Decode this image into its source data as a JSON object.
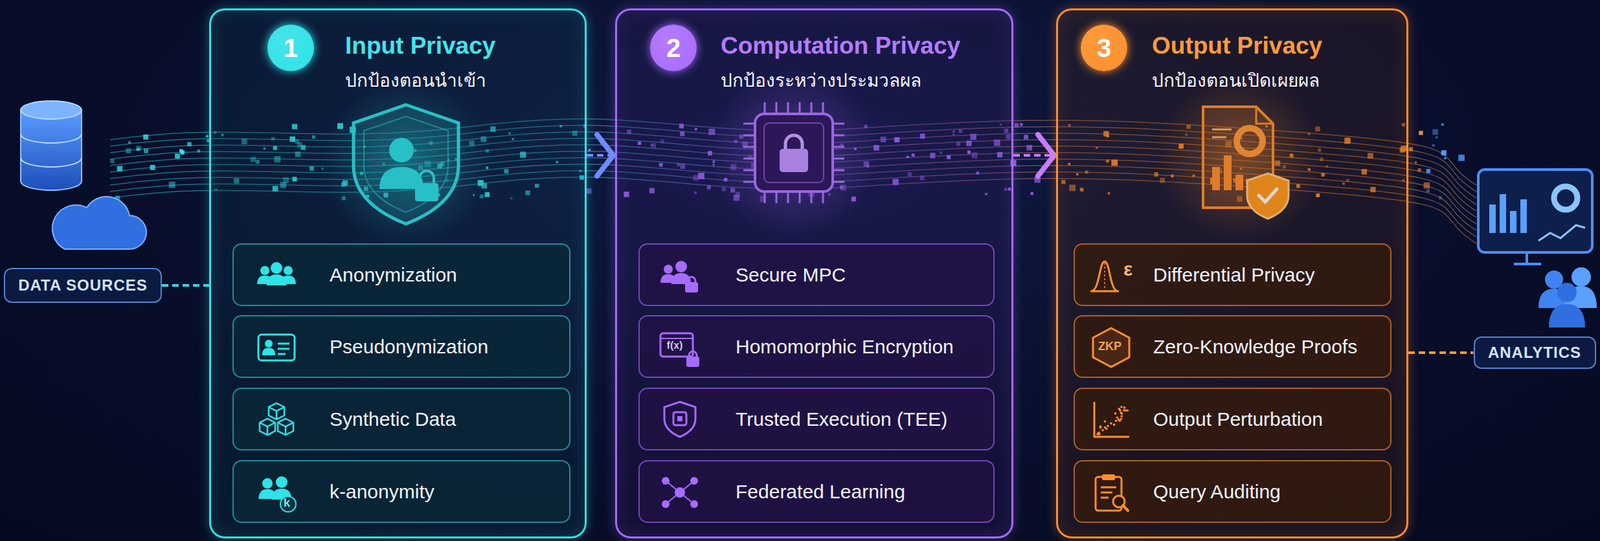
{
  "diagram": {
    "nodes": [
      {
        "text": [
          "DATA SOURCES"
        ]
      },
      {
        "text": [
          "Input Privacy",
          "ปกป้องตอนนำเข้า"
        ]
      },
      {
        "text": [
          "1"
        ],
        "in": 1
      },
      {
        "text": [
          "Anonymization"
        ],
        "in": 1
      },
      {
        "text": [
          "Pseudonymization"
        ],
        "in": 1
      },
      {
        "text": [
          "Synthetic Data"
        ],
        "in": 1
      },
      {
        "text": [
          "k-anonymity"
        ],
        "in": 1
      },
      {
        "text": [
          "Computation Privacy",
          "ปกป้องระหว่างประมวลผล"
        ]
      },
      {
        "text": [
          "2"
        ],
        "in": 7
      },
      {
        "text": [
          "Secure MPC"
        ],
        "in": 7
      },
      {
        "text": [
          "Homomorphic Encryption"
        ],
        "in": 7
      },
      {
        "text": [
          "Trusted Execution (TEE)"
        ],
        "in": 7
      },
      {
        "text": [
          "Federated Learning"
        ],
        "in": 7
      },
      {
        "text": [
          "Output Privacy",
          "ปกป้องตอนเปิดเผยผล"
        ]
      },
      {
        "text": [
          "3"
        ],
        "in": 13
      },
      {
        "text": [
          "Differential Privacy"
        ],
        "in": 13
      },
      {
        "text": [
          "Zero-Knowledge Proofs"
        ],
        "in": 13
      },
      {
        "text": [
          "Output Perturbation"
        ],
        "in": 13
      },
      {
        "text": [
          "Query Auditing"
        ],
        "in": 13
      },
      {
        "text": [
          "ANALYTICS"
        ]
      }
    ],
    "edges": [
      {
        "from": 0,
        "to": 1,
        "arrow": "none"
      },
      {
        "from": 1,
        "to": 7,
        "arrow": "to"
      },
      {
        "from": 7,
        "to": 13,
        "arrow": "to"
      },
      {
        "from": 13,
        "to": 19,
        "arrow": "none"
      }
    ],
    "labels": [
      "k",
      "f(x)",
      "ε",
      "ZKP"
    ]
  }
}
